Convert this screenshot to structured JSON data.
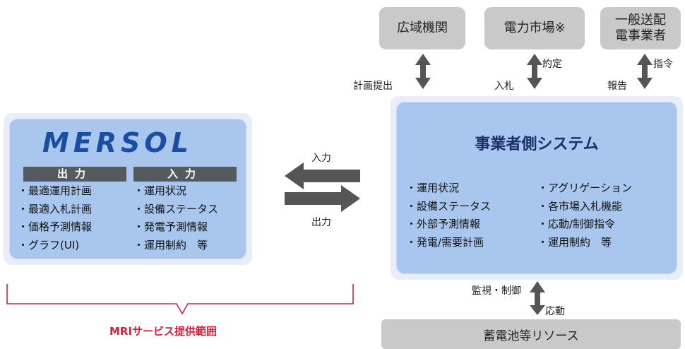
{
  "top_boxes": [
    {
      "label": "広域機関"
    },
    {
      "label": "電力市場※"
    },
    {
      "label_line1": "一般送配",
      "label_line2": "電事業者"
    }
  ],
  "arrow_labels": {
    "plan_submit": "計画提出",
    "bid": "入札",
    "contract": "約定",
    "report": "報告",
    "command": "指令",
    "input": "入力",
    "output": "出力",
    "monitor_control": "監視・制御",
    "response": "応動"
  },
  "mersol": {
    "logo": "MERSOL",
    "output_header": "出力",
    "input_header": "入力",
    "output_items": [
      "・最適運用計画",
      "・最適入札計画",
      "・価格予測情報",
      "・グラフ(UI)"
    ],
    "input_items": [
      "・運用状況",
      "・設備ステータス",
      "・発電予測情報",
      "・運用制約　等"
    ]
  },
  "system": {
    "title": "事業者側システム",
    "left_items": [
      "・運用状況",
      "・設備ステータス",
      "・外部予測情報",
      "・発電/需要計画"
    ],
    "right_items": [
      "・アグリゲーション",
      "・各市場入札機能",
      "・応動/制御指令",
      "・運用制約　等"
    ]
  },
  "bottom_box": "蓄電池等リソース",
  "mri_scope": "MRIサービス提供範囲",
  "colors": {
    "mri_bracket": "#d3213e",
    "panel": "#a8c6ee",
    "gray_box": "#c9c9c9",
    "arrow": "#555555"
  }
}
